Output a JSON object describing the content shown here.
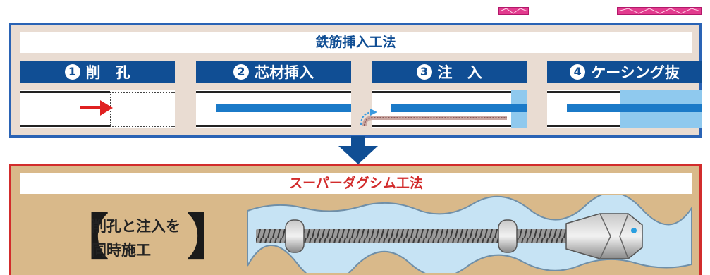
{
  "colors": {
    "navy": "#104e94",
    "blue_bar": "#1b7ac8",
    "light_blue": "#8fc9ee",
    "top_panel_bg": "#e9dcd2",
    "top_border": "#2a63b5",
    "bottom_panel_bg": "#d9b98a",
    "red": "#d22c2c"
  },
  "top": {
    "title": "鉄筋挿入工法",
    "steps": [
      {
        "num": "1",
        "label": "削　孔"
      },
      {
        "num": "2",
        "label": "芯材挿入"
      },
      {
        "num": "3",
        "label": "注　入"
      },
      {
        "num": "4",
        "label": "ケーシング抜"
      }
    ]
  },
  "bottom": {
    "title": "スーパーダグシム工法",
    "feature_line1": "削孔と注入を",
    "feature_line2": "同時施工",
    "bracket_left": "【",
    "bracket_right": "】"
  }
}
